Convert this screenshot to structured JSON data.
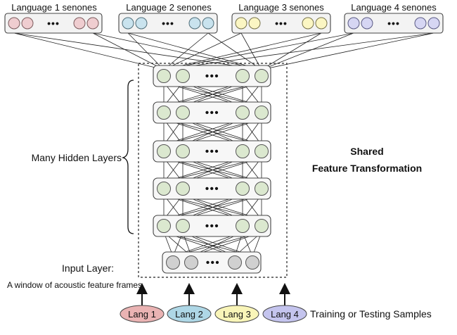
{
  "output_layers": [
    {
      "label": "Language 1 senones",
      "fill": "#efcdd0",
      "stroke": "#7a5a5c"
    },
    {
      "label": "Language 2 senones",
      "fill": "#c9e3ee",
      "stroke": "#4f6d78"
    },
    {
      "label": "Language 3 senones",
      "fill": "#fbf6c3",
      "stroke": "#77724a"
    },
    {
      "label": "Language 4 senones",
      "fill": "#d6d6f3",
      "stroke": "#5a5a84"
    }
  ],
  "ellipsis": "•••",
  "hidden_layers_label": "Many Hidden Layers",
  "shared_label_line1": "Shared",
  "shared_label_line2": "Feature Transformation",
  "input_layer_label": "Input Layer:",
  "input_layer_desc": "A window of acoustic feature frames",
  "hidden_node_fill": "#dbe8cf",
  "input_node_fill": "#d0d0d0",
  "languages": [
    {
      "label": "Lang 1",
      "fill": "#eab3b3"
    },
    {
      "label": "Lang 2",
      "fill": "#aed7e6"
    },
    {
      "label": "Lang 3",
      "fill": "#f9f5b8"
    },
    {
      "label": "Lang 4",
      "fill": "#c4c4ee"
    }
  ],
  "samples_label": "Training or Testing Samples"
}
